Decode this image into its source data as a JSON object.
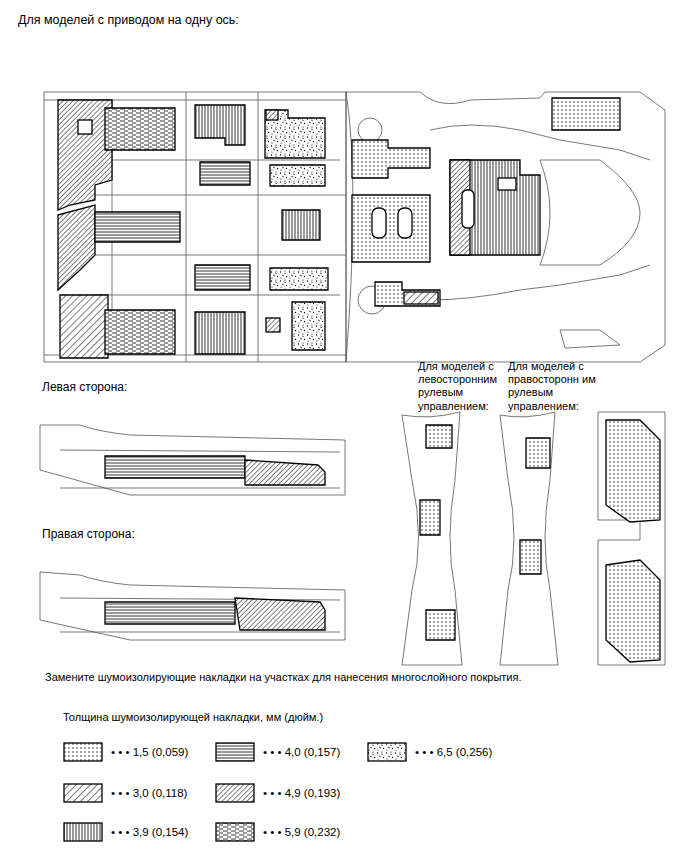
{
  "diagram": {
    "title": "Для моделей с приводом на одну ось:",
    "caption": "Замените шумоизолирующие накладки на участках для нанесения многослойного покрытия.",
    "labels": [
      "Левая сторона:",
      "Для моделей с левосторонним рулевым управлением:",
      "Для моделей с правосторонн им рулевым управлением:",
      "Правая сторона:",
      "Толщина шумоизолирующей накладки, мм (дюйм.)"
    ],
    "legend": [
      {
        "text": "• • • 1,5 (0,059)"
      },
      {
        "text": "• • • 4,0 (0,157)"
      },
      {
        "text": "• • • 6,5 (0,256)"
      },
      {
        "text": "• • • 3,0 (0,118)"
      },
      {
        "text": "• • • 4,9 (0,193)"
      },
      {
        "text": "• • • 3,9 (0,154)"
      },
      {
        "text": "• • • 5,9 (0,232)"
      }
    ]
  }
}
